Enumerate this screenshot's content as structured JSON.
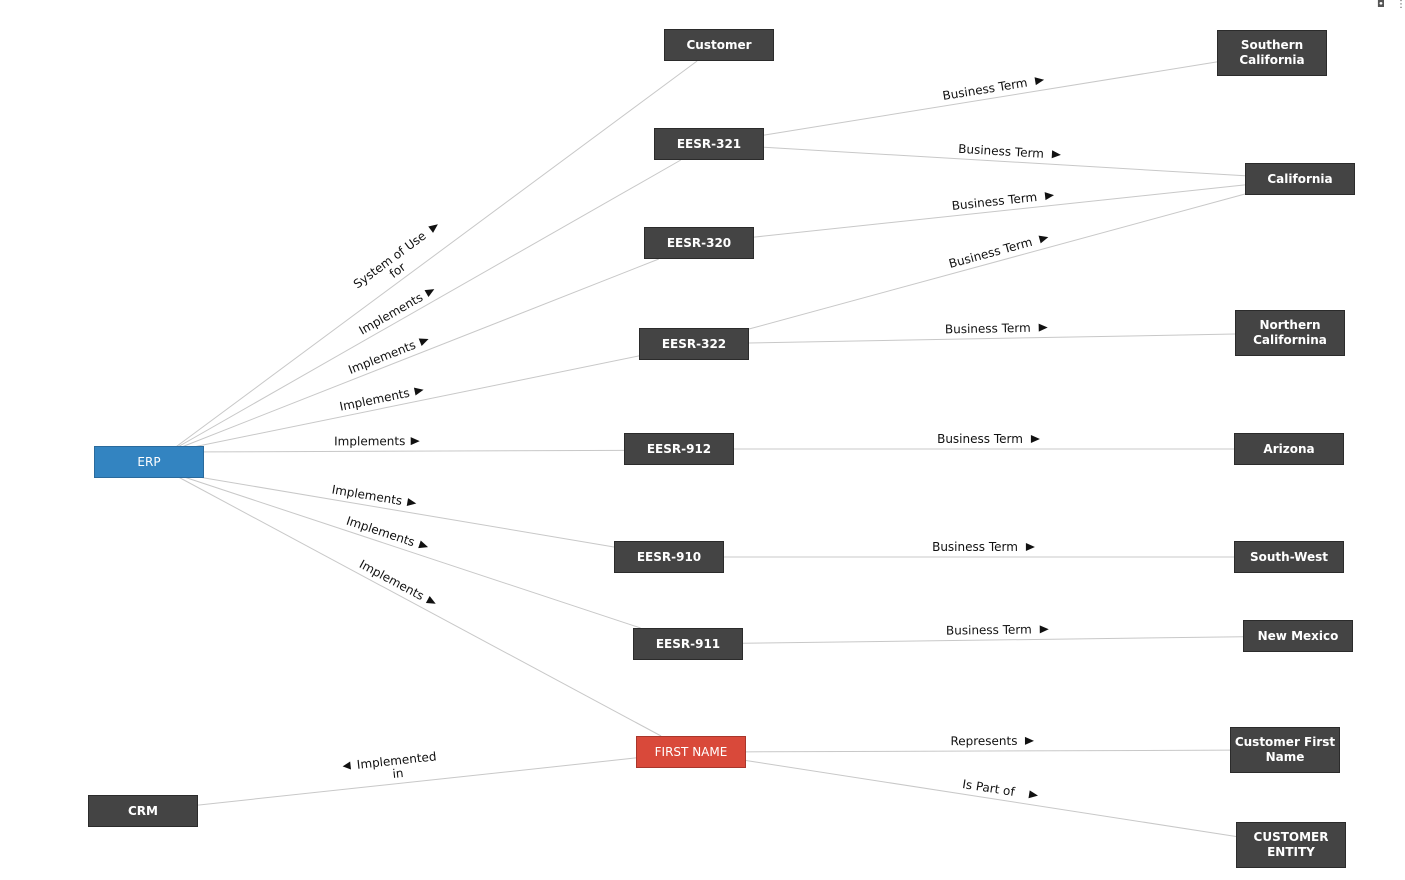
{
  "diagram": {
    "colors": {
      "node": "#444444",
      "source": "#3384c1",
      "focus": "#d9493a",
      "edge": "#c8c8c8"
    },
    "nodes": {
      "customer": "Customer",
      "southern_california": "Southern\nCalifornia",
      "eesr_321": "EESR-321",
      "california": "California",
      "eesr_320": "EESR-320",
      "eesr_322": "EESR-322",
      "northern_califorina": "Northern\nCalifornina",
      "erp": "ERP",
      "eesr_912": "EESR-912",
      "arizona": "Arizona",
      "eesr_910": "EESR-910",
      "south_west": "South-West",
      "eesr_911": "EESR-911",
      "new_mexico": "New Mexico",
      "first_name": "FIRST NAME",
      "customer_first_name": "Customer First\nName",
      "crm": "CRM",
      "customer_entity": "CUSTOMER\nENTITY"
    },
    "edges": [
      {
        "from": "erp",
        "to": "customer",
        "label": "System of Use\nfor"
      },
      {
        "from": "erp",
        "to": "eesr_321",
        "label": "Implements"
      },
      {
        "from": "erp",
        "to": "eesr_320",
        "label": "Implements"
      },
      {
        "from": "erp",
        "to": "eesr_322",
        "label": "Implements"
      },
      {
        "from": "erp",
        "to": "eesr_912",
        "label": "Implements"
      },
      {
        "from": "erp",
        "to": "eesr_910",
        "label": "Implements"
      },
      {
        "from": "erp",
        "to": "eesr_911",
        "label": "Implements"
      },
      {
        "from": "erp",
        "to": "first_name",
        "label": "Implements"
      },
      {
        "from": "eesr_321",
        "to": "southern_california",
        "label": "Business Term"
      },
      {
        "from": "eesr_321",
        "to": "california",
        "label": "Business Term"
      },
      {
        "from": "eesr_320",
        "to": "california",
        "label": "Business Term"
      },
      {
        "from": "eesr_322",
        "to": "california",
        "label": "Business Term"
      },
      {
        "from": "eesr_322",
        "to": "northern_califorina",
        "label": "Business Term"
      },
      {
        "from": "eesr_912",
        "to": "arizona",
        "label": "Business Term"
      },
      {
        "from": "eesr_910",
        "to": "south_west",
        "label": "Business Term"
      },
      {
        "from": "eesr_911",
        "to": "new_mexico",
        "label": "Business Term"
      },
      {
        "from": "first_name",
        "to": "customer_first_name",
        "label": "Represents"
      },
      {
        "from": "first_name",
        "to": "customer_entity",
        "label": "Is Part of"
      },
      {
        "from": "first_name",
        "to": "crm",
        "label": "Implemented\nin"
      }
    ]
  },
  "toolbar": {
    "camera_icon": "◘",
    "menu_icon": "⋮"
  }
}
